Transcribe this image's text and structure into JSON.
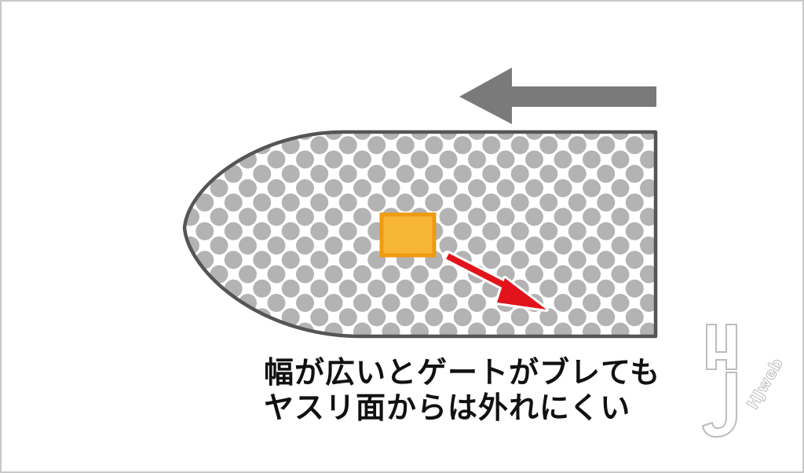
{
  "caption": {
    "line1": "幅が広いとゲートがブレても",
    "line2": "ヤスリ面からは外れにくい"
  },
  "logo": {
    "text": "HJweb"
  },
  "colors": {
    "border": "#c8c8c8",
    "file_outline": "#555555",
    "dots": "#b3b3b3",
    "direction_arrow": "#7a7a7a",
    "gate_fill": "#f7b536",
    "gate_stroke": "#ef9a12",
    "drift_arrow": "#e3131b",
    "caption_text": "#111111"
  }
}
